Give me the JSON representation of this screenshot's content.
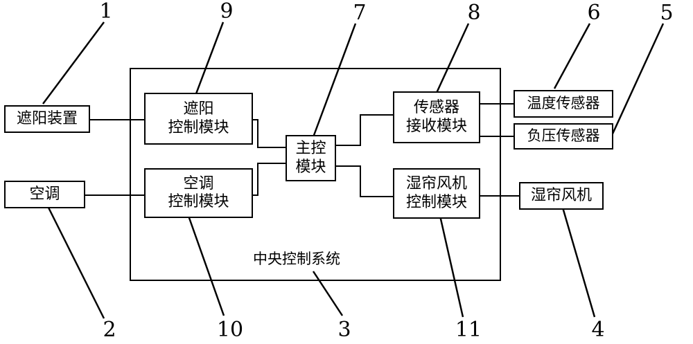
{
  "outer_box": {
    "label": "中央控制系统"
  },
  "blocks": {
    "shade_device": [
      "遮阳装置"
    ],
    "air_conditioner": [
      "空调"
    ],
    "shade_control": [
      "遮阳",
      "控制模块"
    ],
    "ac_control": [
      "空调",
      "控制模块"
    ],
    "main_control": [
      "主控",
      "模块"
    ],
    "sensor_receive": [
      "传感器",
      "接收模块"
    ],
    "curtain_fan_control": [
      "湿帘风机",
      "控制模块"
    ],
    "temp_sensor": [
      "温度传感器"
    ],
    "pressure_sensor": [
      "负压传感器"
    ],
    "curtain_fan": [
      "湿帘风机"
    ]
  },
  "reference_numerals": {
    "shade_device": "1",
    "air_conditioner": "2",
    "central_system": "3",
    "curtain_fan": "4",
    "pressure_sensor": "5",
    "temp_sensor": "6",
    "main_control": "7",
    "sensor_receive": "8",
    "shade_control": "9",
    "ac_control": "10",
    "curtain_fan_control": "11"
  }
}
